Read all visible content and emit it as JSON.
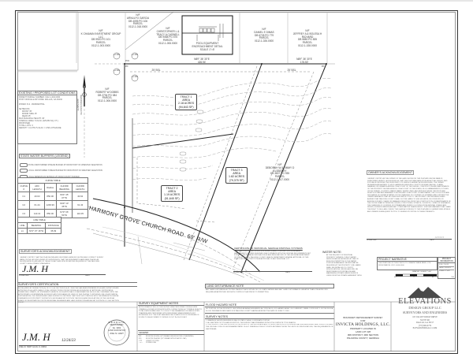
{
  "drawing": {
    "type": "boundary retracement survey plat",
    "road": {
      "name": "HARMONY GROVE CHURCH ROAD",
      "row": "60' R/W"
    },
    "tracts": [
      {
        "label": "TRACT 1",
        "area_label": "AREA",
        "acres": "2.18 ACRES",
        "sqft": "(94,843 SF)"
      },
      {
        "label": "TRACT 2",
        "area_label": "AREA",
        "acres": "1.19 ACRES",
        "sqft": "(51,645 SF)"
      },
      {
        "label": "TRACT 3",
        "area_label": "AREA",
        "acres": "1.82 ACRES",
        "sqft": "(79,375 SF)"
      }
    ],
    "bearings": [
      {
        "bearing": "N89° 36' 30\"E",
        "distance": "426.94'"
      },
      {
        "bearing": "N89° 36' 30\"E",
        "distance": "176.50'"
      }
    ],
    "setback_labels": [
      "25' BSL",
      "25' BSL"
    ],
    "adjoiners": [
      {
        "label": "N/F",
        "name": "K CHAMAN INVESTMENT GROUP LLC",
        "db": "DB 9920 PG 101",
        "parcel": "PARCEL",
        "id": "0112-1-003.0000"
      },
      {
        "label": "N/F",
        "name": "ARNULFO GARCIA",
        "db": "DB 4095 PG 106",
        "parcel": "PARCEL",
        "id": "0112-1-018.0000"
      },
      {
        "label": "N/F",
        "name": "CHRISTOPHER L & TRACY A CASWELL",
        "db": "DB 9088 PG 575",
        "parcel": "PARCEL",
        "id": "0112-1-006.0000"
      },
      {
        "label": "N/F",
        "name": "DANIEL E DIMAS",
        "db": "DB 6728 PG 779",
        "parcel": "PARCEL",
        "id": "0112-1-026.0000"
      },
      {
        "label": "N/F",
        "name": "JEFFREY A & BOLESA H RICHARD",
        "db": "DB 5880 PG 835",
        "parcel": "PARCEL",
        "id": "0112-1-028.0000"
      },
      {
        "label": "N/F",
        "name": "ROBERT W DOBBS",
        "db": "DB 2794 PG 084",
        "parcel": "PARCEL",
        "id": "0112-1-006.0000"
      },
      {
        "label": "N/F",
        "name": "DEBORAH W & JIMMY D ELSBERRY",
        "db": "DB 3807 PG 935",
        "parcel": "PARCEL",
        "id": "0112-1-017.0000"
      }
    ],
    "lot_tags": [
      "LL 228",
      "LL 228",
      "LL 228",
      "LL 228"
    ],
    "pool_detail": {
      "title": "POOL EQUIPMENT",
      "line2": "ENCROACHMENT DETAIL",
      "scale": "SCALE 1\"=5'"
    },
    "point_labels": [
      "POC",
      "IPF",
      "IPF",
      "IPF",
      "IPF"
    ]
  },
  "existing_conditions": {
    "title": "EXISTING / PROPOSED LOT CONDITIONS",
    "rows": [
      {
        "label": "PARENT PARCEL NUMBER:",
        "value": "0112-1-004.0000"
      },
      {
        "label": "POST OFFICE & ZIP CODE:",
        "value": "DALLAS, GA 30132"
      },
      {
        "label": "ZONED: R-2 - RESIDENTIAL",
        "value": ""
      },
      {
        "label": "SETBACKS:",
        "value": ""
      },
      {
        "label": "FRONT",
        "value": "35'"
      },
      {
        "label": "MINOR SIDE",
        "value": "15'"
      },
      {
        "label": "REAR",
        "value": "25'"
      },
      {
        "label": "MAX BUILDING HEIGHT:",
        "value": "45'"
      },
      {
        "label": "OVERALL AREA:",
        "value": "5.19 AC (225,863 SQ. FT.)"
      },
      {
        "label": "PROPOSED",
        "value": ""
      },
      {
        "label": "TOTAL LOTS:",
        "value": "3"
      },
      {
        "label": "DENSITY:",
        "value": "3 LOTS/ 5.19 AC = 0.58 LOTS/ACRE"
      }
    ]
  },
  "buffer_legend": {
    "title": "STATE WATER BUFFERS (LEGEND)",
    "items": [
      "STATE UNDISTURBED STREAM BUFFER 25' FROM POINT OF WRESTED VEGETATION",
      "LOCAL UNDISTURBED STREAM BUFFER 50' FROM POINT OF WRESTED VEGETATION",
      "LOCAL IMPERVIOUS SETBACK 25' FROM COUNTY BUFFER"
    ]
  },
  "curve_table": {
    "title": "CURVE TABLE",
    "headers": [
      "CURVE #",
      "ARC LENGTH",
      "Radius",
      "CHORD BEARING",
      "CHORD LENGTH"
    ],
    "rows": [
      [
        "C1",
        "40.63",
        "850.00",
        "N64° 45' 07\"W",
        "40.62"
      ],
      [
        "C2",
        "61.44",
        "1209.99",
        "N69° 10' 35\"W",
        "61.43"
      ],
      [
        "C3",
        "110.13",
        "850.00",
        "N70° 06' 50\"W",
        "110.05"
      ]
    ]
  },
  "line_table": {
    "title": "LINE TABLE",
    "headers": [
      "LINE",
      "BEARING",
      "DISTANCE"
    ],
    "rows": [
      [
        "L1",
        "N72° 07' 16\"W",
        "35.09"
      ]
    ]
  },
  "surveyors_ack": {
    "title": "SURVEYOR'S ACKNOWLEDGEMENT",
    "text": "I HEREBY CERTIFY THAT THE PLAN SHOWN AND DESCRIBED HEREON IS A TRUE AND CORRECT SURVEY MADE ON THE GROUND UNDER MY SUPERVISION, THAT THE MONUMENTS HAVE BEEN PLACED AS SHOWN HEREON, AND ARE OF THE ACCURACY AND SPECIFICATIONS REQUIRED BY THE PAULDING COUNTY DEVELOPMENT STANDARDS.",
    "sig_label": "SIGNATURE",
    "date_label": "DATE"
  },
  "surveyors_cert": {
    "title": "SURVEYOR'S CERTIFICATION",
    "text": "AS REQUIRED BY SUBSECTION (D) OF O.C.G.A. SECTION 15-6-67, THIS PLAT HAS BEEN PREPARED BY A LAND SURVEYOR AND APPROVED BY ALL APPLICABLE LOCAL JURISDICTIONS FOR RECORDING AS EVIDENCED BY APPROVAL CERTIFICATES, SIGNATURES, STAMPS, OR STATEMENTS HEREON. SUCH APPROVALS OR AFFIRMATIONS SHOULD BE CONFIRMED WITH THE APPROPRIATE GOVERNMENTAL BODIES BY ANY PURCHASER OR USER OF THIS PLAT AS TO INTENDED USE OF ANY PARCEL. FURTHERMORE, THE UNDERSIGNED LAND SURVEYOR CERTIFIES THAT THIS PLAT COMPLIES WITH THE MINIMUM TECHNICAL STANDARDS FOR PROPERTY SURVEYS IN GEORGIA AS SET FORTH IN THE RULES AND REGULATIONS OF THE GEORGIA BOARD OF REGISTRATION FOR PROFESSIONAL ENGINEERS AND LAND SURVEYORS AND AS SET FORTH IN O.C.G.A. SECTION 15-6-67.",
    "signer": "JOEL M. HART  GA R.L.S. #3064",
    "date": "12/24/23",
    "seal": {
      "top": "GEORGIA",
      "middle": "REGISTERED",
      "number": "No. 3064",
      "bottom": "JOEL M. HART",
      "sub": "LAND SURVEYOR"
    }
  },
  "equipment_notes": {
    "title": "SURVEY EQUIPMENT NOTES",
    "text": "APPROXIMATELY 80% OF THIS SURVEY WAS PERFORMED USING A GNSS (TRIMBLE & ROVER) SYSTEM WITH RTK CORRECTIONS. A 1\" TRIMBLE ROBOTIC TOTAL STATION WAS USED TO COLLECT THE REMAINDER OF DATA IN OPEN TRAVERSE AND PERFORMED WITH REDUNDANT MEASUREMENTS NOT EXCEEDING 0.02'. THE PLAT HAS BEEN CALCULATED FOR CLOSURE AND IS FOUND TO BE ACCURATE TO WITHIN 1 FOOT IN 43,021 FEET."
  },
  "legend": {
    "title": "LEGEND",
    "items": [
      {
        "symbol": "IPF",
        "text": "IRON PIN FOUND (1/2\" REBAR UNLESS NOTED OTHERWISE)"
      },
      {
        "symbol": "IPS",
        "text": "IRON PIN PLACED (1/2\" REBAR WITH PLASTIC CAP)"
      },
      {
        "symbol": "CTP",
        "text": "CRIMP TOP PIPE"
      },
      {
        "symbol": "—x—",
        "text": "POWER LINE"
      }
    ]
  },
  "land_disturbance": {
    "title": "LAND DISTURBANCE NOTE",
    "text": "ANY LAND DISTURBING ACTIVITIES TAKING PLACE WITHIN 200' OF STATE WATERS AND ANY LAND DISTURBANCE GREATER THAN ONE ACRE WILL REQUIRE AN APPROVED EROSION CONTROL PLAN PRIOR TO PERMITTING."
  },
  "flood_hazard": {
    "title": "FLOOD HAZARD NOTE",
    "text": "NO PORTION OF THE PROPERTY LIES WITHIN AN AREA DESIGNATED AS \"SPECIAL FLOOD HAZARD AREA\" ON COMMUNITY PANEL 13223C0067 D OF THE F.E.M.A. FLOOD INSURANCE RATE MAPS FOR PAULDING COUNTY HAVING AN EFFECTIVE DATE OF JUNE 27, 2018."
  },
  "survey_notes": {
    "title": "SURVEY NOTES",
    "items": [
      "BEARINGS SHOWN REFERENCE NAD 83 STATE PLANE COORDINATE SYSTEM.",
      "ALL MATTERS OF TITLE ARE EXCEPTED. THIS SURVEY WAS PREPARED WITHOUT A COMPLETE TITLE SEARCH.",
      "THIS SURVEY COMPLIES WITH BOTH THE RULES OF THE GEORGIA BOARD OF REGISTRATION FOR PROFESSIONAL ENGINEERS AND LAND SURVEYORS AND THE OFFICIAL CODE OF GEORGIA ANNOTATED 15-6-67. WHERE A CONFLICT EXISTS BETWEEN THOSE TWO SETS OF SPECIFICATIONS, THE REQUIREMENTS OF LAW PREVAIL."
    ]
  },
  "sewage_cert": {
    "title": "CERTIFICATE OF INDIVIDUAL SEWAGE DISPOSAL SYSTEMS",
    "text": "THIS SUBDIVISION IS APPROVED FOR DEVELOPMENT UTILIZING ON-SITE SEWAGE MANAGEMENT SYSTEMS DESIGNED IN ACCORDANCE WITH THE OFFICIAL REQUIREMENTS SET FORTH IN THE SEWAGE DISPOSAL RULES AND REGULATIONS OF THE GEORGIA DEPARTMENT OF PUBLIC HEALTH. PAULDING COUNTY HEALTH DEPARTMENT GENERAL APPROVAL OF THIS PLAT DOES NOT CONSTITUTE AN APPROVAL OF ANY INDIVIDUAL LOT.",
    "sig_label": "SIGNATURE",
    "date_label": "DATE"
  },
  "water_note": {
    "title": "WATER NOTE:",
    "text": "AT THE REQUEST OF INDIVIDUAL PROPERTY OWNERS, PUBLIC WATER SERVICE MAY BE INSTALLED AT TIME OF BUILDING PERMITTING IF THE WATER SYSTEM IS AVAILABLE. METERS MAY BE REQUIRED AT THE PROPERTY LINE. MAINS SHALL BE INSTALLED TO COUNTY SPECIFICATIONS. INDIVIDUALS WILL BE RESPONSIBLE FOR INSTALLING AND MAINTAINING PRIVATE WATER SERVICE LINES FROM THE PRIVATE EASEMENT PATH."
  },
  "owners_ack": {
    "title": "OWNER'S ACKNOWLEDGEMENT",
    "text": "I HEREBY CERTIFY AS THE OWNER OF THE LAND SHOWN ON THIS PLAT AND WHOSE NAME IS SUBSCRIBED HERETO, ACKNOWLEDGE THAT THIS PLAT WAS MADE FROM AN ACTUAL SURVEY, AND FOR VALUE RECEIVED THE SUFFICIENCY OF WHICH IS HEREBY ACKNOWLEDGED, THE OWNER RELEASES AND AGREES TO HOLD HARMLESS PAULDING COUNTY FROM ANY AND ALL CLAIMS, DAMAGES OR DEMANDS ARISING ON ACCOUNT OF THE DESIGN, CONSTRUCTION AND MAINTENANCE OF THE PROPERTY SHOWN HEREON, ON ACCOUNT OF THE ROADS, FILLS, EMBANKMENTS, DITCHES, CROSS DRAINS, CULVERTS, WATER MAINS, SEWER LINES, AND BRIDGES WITHIN THE PROPOSED RIGHTS-OF-WAY AND EASEMENTS SHOWN, AND ON ACCOUNT OF BACKWATER, THE COLLECTION AND DISCHARGE OF SURFACE WATER OR THE CHANGING OF COURSES OF STREAMS. AND FURTHER THE OWNER WARRANTS THAT HE OWNS FEE SIMPLE TITLE TO THE PROPERTY SHOWN HEREON AND AGREES THAT PAULDING COUNTY SHALL NOT BE LIABLE TO HIM, HIS HEIRS, SUCCESSORS OR ASSIGNS FOR ANY CLAIMS OR DAMAGES RESULTING FROM THE CONSTRUCTION OR MAINTENANCE OF THE CROSS DRAIN EXTENSIONS, DRIVES, STRUCTURES, STREETS, CULVERTS, CURBS OR SIDEWALKS, THE CHANGING OF COURSES OF STREAMS AND RIVERS, FLOODING FROM NATURAL CREEKS AND RIVERS, SURFACE WATERS AND ANY OTHER MATTER WHATSOEVER. I FURTHER WARRANT THAT I HAVE THE RIGHT TO SELL AND CONVEY THIS LAND ACCORDING TO THIS PLAT AND DO HEREBY BIND MYSELF AND OWNERS SUBSEQUENT IN TITLE TO DEFEND BY VIRTUE OF THESE PRESENTS.",
    "sig_label": "SIGNATURE",
    "date_label": "DATE",
    "date_value": "12/24/23"
  },
  "project_narrative": {
    "title": "PROJECT NARRATIVE",
    "text": "THE PURPOSE OF THIS PLAT IS TO CREATE THREE NEW LOTS FROM PARCEL 0112-1-004.0000",
    "graphic_scale": "GRAPHIC SCALE",
    "scale_unit": "1\"=60'",
    "scale_ticks": [
      "60",
      "0",
      "60",
      "120"
    ]
  },
  "project_info": {
    "title": "PROJECT INFORMATION",
    "rows": [
      "FILE: 23-039",
      "DATE: 12/24/23",
      "SCALE: 1\"=60'"
    ]
  },
  "title_block": {
    "line1": "BOUNDARY RETRACEMENT SURVEY",
    "line2": "FOR",
    "client": "INVICTA HOLDINGS, LLC.",
    "line3": "PROPERTY LOCATED IN",
    "line4": "LAND LOT 228",
    "line5": "3RD DISTRICT, 3RD SECTION",
    "line6": "PAULDING COUNTY, GEORGIA"
  },
  "firm": {
    "name": "ELEVATIONS",
    "sub": "DESIGN GROUP LLC",
    "tagline": "SURVEYORS AND ENGINEERS",
    "address1": "105 VALLEY RIDGE DRIVE",
    "address2": "SUITE 300",
    "address3": "DALLAS, GA 30157",
    "phone": "(770) 800-6779",
    "web": "ELEVATIONSDGLLC.COM",
    "colors": {
      "mountain": "#4a4a4a",
      "text": "#5a5a5a"
    }
  },
  "north_arrow": {
    "label": "BEARINGS REFER TO GRID NORTH"
  }
}
